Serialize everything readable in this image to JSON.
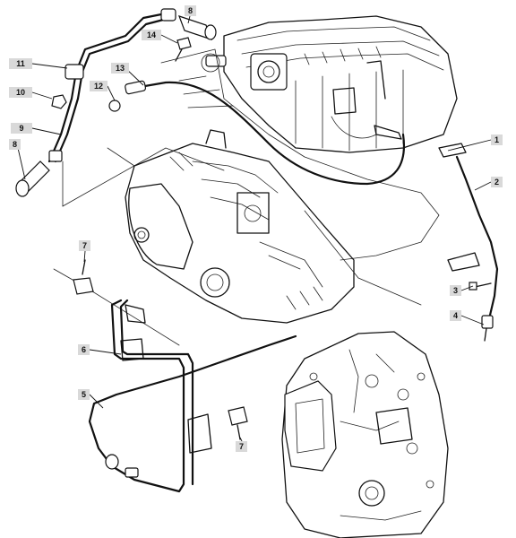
{
  "callouts": [
    {
      "id": "c1",
      "label": "1"
    },
    {
      "id": "c2",
      "label": "2"
    },
    {
      "id": "c3",
      "label": "3"
    },
    {
      "id": "c4",
      "label": "4"
    },
    {
      "id": "c5",
      "label": "5"
    },
    {
      "id": "c6",
      "label": "6"
    },
    {
      "id": "c7a",
      "label": "7"
    },
    {
      "id": "c7b",
      "label": "7"
    },
    {
      "id": "c8a",
      "label": "8"
    },
    {
      "id": "c8b",
      "label": "8"
    },
    {
      "id": "c9",
      "label": "9"
    },
    {
      "id": "c10",
      "label": "10"
    },
    {
      "id": "c11",
      "label": "11"
    },
    {
      "id": "c12",
      "label": "12"
    },
    {
      "id": "c13",
      "label": "13"
    },
    {
      "id": "c14",
      "label": "14"
    }
  ]
}
